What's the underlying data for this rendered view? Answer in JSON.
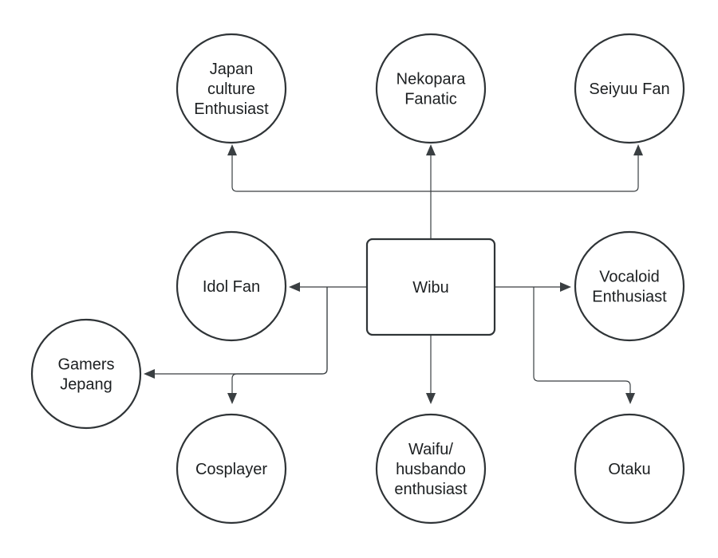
{
  "diagram": {
    "root": {
      "label": "Wibu"
    },
    "nodes": [
      {
        "id": "japan",
        "label_lines": [
          "Japan",
          "culture",
          "Enthusiast"
        ]
      },
      {
        "id": "nekopara",
        "label_lines": [
          "Nekopara",
          "Fanatic"
        ]
      },
      {
        "id": "seiyuu",
        "label_lines": [
          "Seiyuu Fan"
        ]
      },
      {
        "id": "idol",
        "label_lines": [
          "Idol Fan"
        ]
      },
      {
        "id": "vocaloid",
        "label_lines": [
          "Vocaloid",
          "Enthusiast"
        ]
      },
      {
        "id": "gamers",
        "label_lines": [
          "Gamers",
          "Jepang"
        ]
      },
      {
        "id": "cosplayer",
        "label_lines": [
          "Cosplayer"
        ]
      },
      {
        "id": "waifu",
        "label_lines": [
          "Waifu/",
          "husbando",
          "enthusiast"
        ]
      },
      {
        "id": "otaku",
        "label_lines": [
          "Otaku"
        ]
      }
    ],
    "edges": [
      {
        "from": "Wibu",
        "to": "japan"
      },
      {
        "from": "Wibu",
        "to": "nekopara"
      },
      {
        "from": "Wibu",
        "to": "seiyuu"
      },
      {
        "from": "Wibu",
        "to": "idol"
      },
      {
        "from": "Wibu",
        "to": "vocaloid"
      },
      {
        "from": "Wibu",
        "to": "gamers"
      },
      {
        "from": "Wibu",
        "to": "cosplayer"
      },
      {
        "from": "Wibu",
        "to": "waifu"
      },
      {
        "from": "Wibu",
        "to": "otaku"
      }
    ],
    "colors": {
      "stroke": "#2f3437",
      "edge": "#3a3f42",
      "fill": "#ffffff",
      "text": "#1c1f21"
    }
  }
}
